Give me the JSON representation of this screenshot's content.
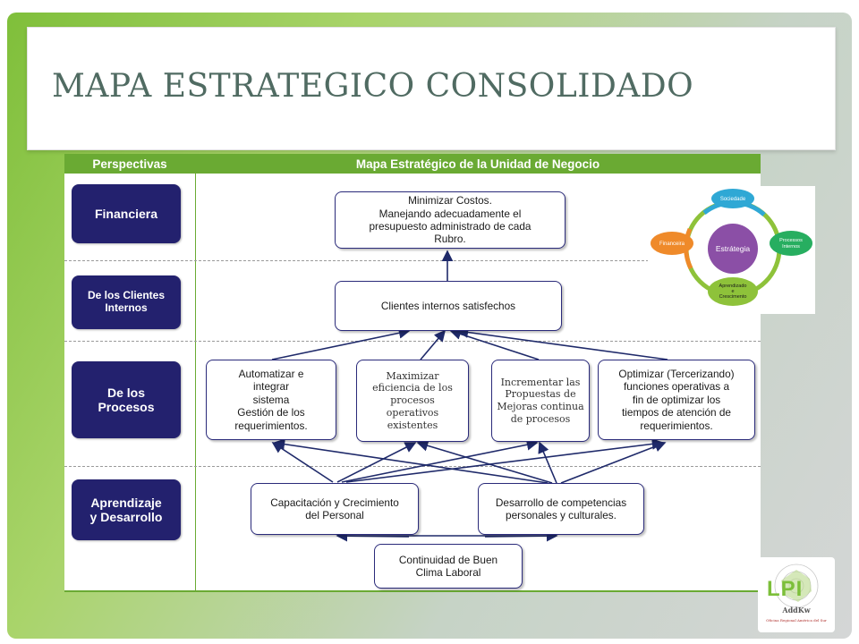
{
  "slide": {
    "title": "MAPA ESTRATEGICO CONSOLIDADO"
  },
  "diagram": {
    "header_left": "Perspectivas",
    "header_right": "Mapa Estratégico de la Unidad de Negocio",
    "perspectives": [
      "Financiera",
      "De los Clientes\nInternos",
      "De los\nProcesos",
      "Aprendizaje\ny Desarrollo"
    ],
    "objectives": {
      "financial": "Minimizar Costos.\nManejando adecuadamente el\npresupuesto administrado de cada\nRubro.",
      "clients": "Clientes internos satisfechos",
      "process_1": "Automatizar e\nintegrar\nsistema\nGestión de los\nrequerimientos.",
      "process_2": "Maximizar\neficiencia de los\nprocesos\noperativos\nexistentes",
      "process_3": "Incrementar las\nPropuestas de\nMejoras continua\nde procesos",
      "process_4": "Optimizar (Tercerizando)\nfunciones operativas a\nfin de optimizar los\ntiempos de atención de\nrequerimientos.",
      "learning_1": "Capacitación y Crecimiento\ndel Personal",
      "learning_2": "Desarrollo de competencias\npersonales y culturales.",
      "base": "Continuidad de Buen\nClima Laboral"
    },
    "colors": {
      "header_green": "#6aaa33",
      "perspective_navy": "#23216e",
      "arrow_navy": "#1f2a6a"
    }
  },
  "cycle": {
    "center": "Estrátegia",
    "nodes": [
      "Sociedade",
      "Processos\nInternos",
      "Aprendizado\ne\nCrescimento",
      "Financeira"
    ]
  },
  "logo": {
    "brand": "LPI",
    "name": "AddKw",
    "caption": "Oficina Regional América del Sur"
  }
}
